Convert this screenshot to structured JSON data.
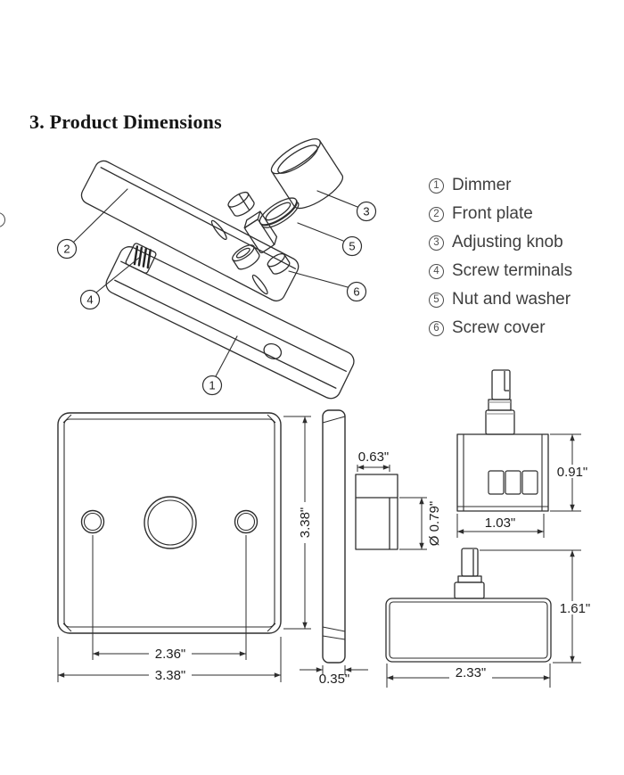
{
  "header": {
    "title": "3. Product Dimensions"
  },
  "legend": {
    "items": [
      {
        "num": "1",
        "label": "Dimmer"
      },
      {
        "num": "2",
        "label": "Front plate"
      },
      {
        "num": "3",
        "label": "Adjusting knob"
      },
      {
        "num": "4",
        "label": "Screw terminals"
      },
      {
        "num": "5",
        "label": "Nut and washer"
      },
      {
        "num": "6",
        "label": "Screw cover"
      }
    ]
  },
  "exploded": {
    "callouts": [
      {
        "num": "1"
      },
      {
        "num": "2"
      },
      {
        "num": "3"
      },
      {
        "num": "4"
      },
      {
        "num": "5"
      },
      {
        "num": "6"
      }
    ]
  },
  "dims": {
    "hole_spacing": "2.36\"",
    "plate_width": "3.38\"",
    "plate_height": "3.38\"",
    "plate_thickness": "0.35\"",
    "knob_top_width": "0.63\"",
    "knob_diameter": "Ø 0.79\"",
    "body_height": "0.91\"",
    "body_width": "1.03\"",
    "side_height": "1.61\"",
    "side_width": "2.33\""
  },
  "colors": {
    "line": "#2e2e2e",
    "text": "#1d1d1d",
    "shade": "#9a9a9a"
  }
}
